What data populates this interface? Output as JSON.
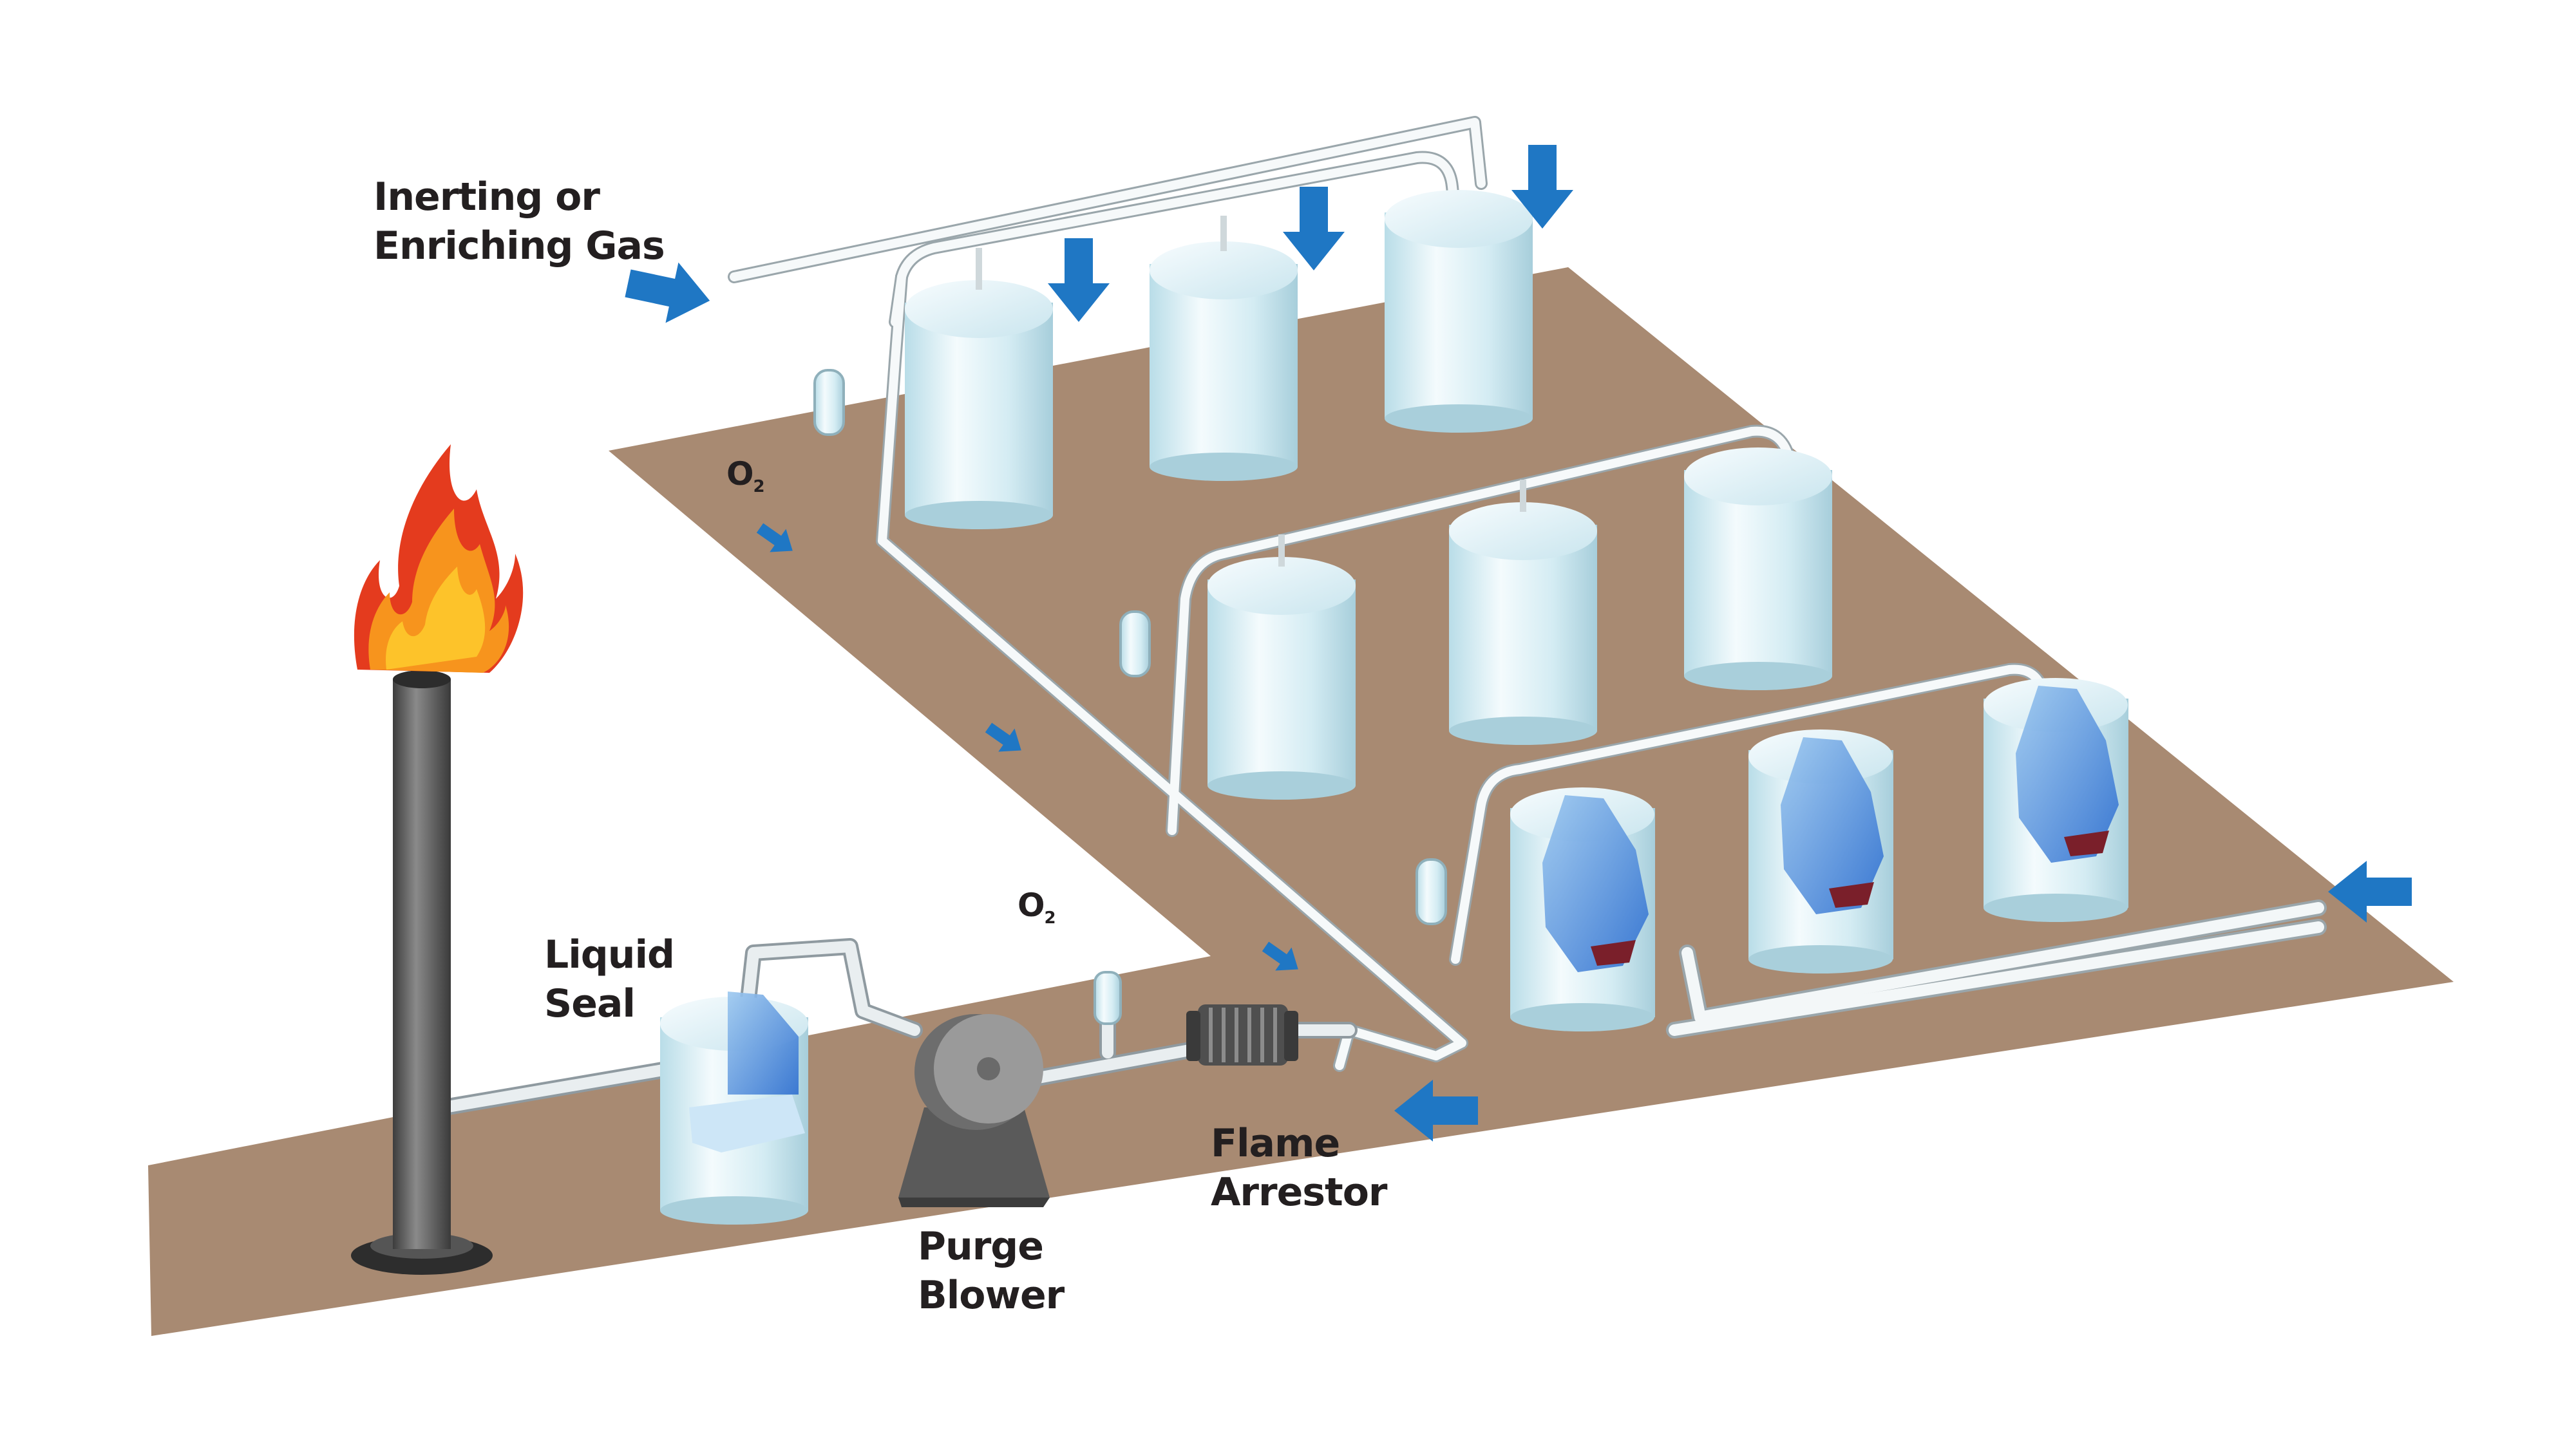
{
  "labels": {
    "inerting_line1": "Inerting or",
    "inerting_line2": "Enriching Gas",
    "o2_a": "O",
    "o2_b": "O",
    "o2_sub": "2",
    "liquid_line1": "Liquid",
    "liquid_line2": "Seal",
    "purge_line1": "Purge",
    "purge_line2": "Blower",
    "flame_line1": "Flame",
    "flame_line2": "Arrestor"
  },
  "colors": {
    "ground": "#a88a72",
    "tank": "#d6eef5",
    "arrow": "#1f77c4",
    "stack": "#5a5a5a",
    "pipe": "#e9eef0",
    "water": "#3a82d4",
    "flame_outer": "#e43b1e",
    "flame_inner": "#fdc32a"
  },
  "icons": {
    "flare": "flare-flame-icon",
    "tank": "storage-tank-icon",
    "arrow": "flow-arrow-icon",
    "blower": "purge-blower-icon",
    "arrestor": "flame-arrestor-icon"
  }
}
